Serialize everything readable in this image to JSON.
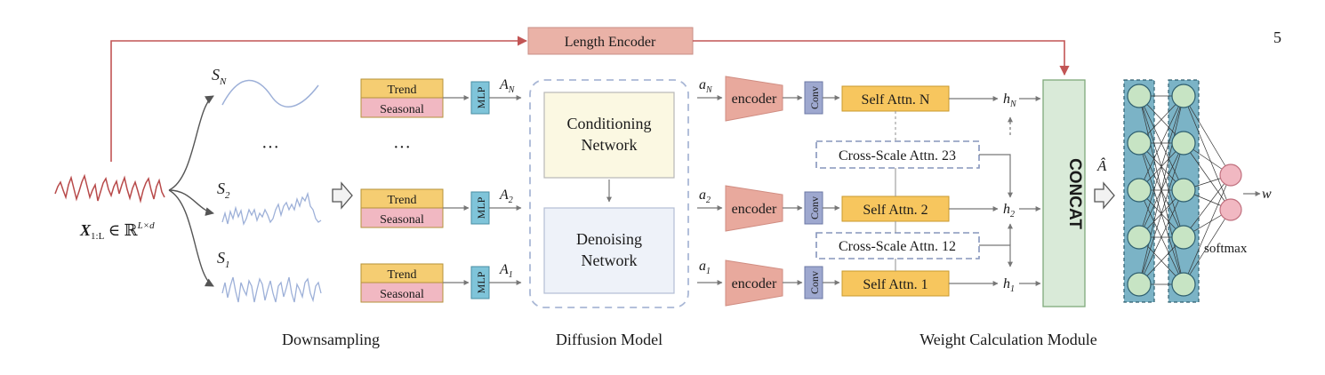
{
  "page_number": "5",
  "colors": {
    "raw_series": "#b84a4a",
    "length_encoder_arrow": "#c25555",
    "scale_series": "#9db0d8",
    "trend_fill": "#f5cd72",
    "seasonal_fill": "#f1b8c2",
    "mlp_fill": "#7fc4d9",
    "encoder_fill": "#e8a99d",
    "conv_fill": "#9ea8cf",
    "attn_fill": "#f7c65e",
    "concat_fill": "#d9ead8",
    "nn_column_fill": "#7bb3c6",
    "nn_node_fill": "#c7e4c4",
    "softmax_node_fill": "#f1b8c2",
    "dashed_border": "#8595bc"
  },
  "top": {
    "length_encoder": "Length Encoder"
  },
  "downsampling": {
    "input_label": {
      "var": "X",
      "sub": "1:L",
      "rel": " ∈ ℝ",
      "sup": "L×d"
    },
    "scales": [
      {
        "name": "S",
        "sub": "N"
      },
      {
        "name": "S",
        "sub": "2"
      },
      {
        "name": "S",
        "sub": "1"
      }
    ],
    "ellipsis": "···",
    "caption": "Downsampling"
  },
  "decomposition": {
    "trend": "Trend",
    "seasonal": "Seasonal",
    "mlp": "MLP",
    "outputs": [
      {
        "name": "A",
        "sub": "N"
      },
      {
        "name": "A",
        "sub": "2"
      },
      {
        "name": "A",
        "sub": "1"
      }
    ],
    "ellipsis": "···"
  },
  "diffusion": {
    "conditioning": [
      "Conditioning",
      "Network"
    ],
    "denoising": [
      "Denoising",
      "Network"
    ],
    "caption": "Diffusion Model"
  },
  "weight_module": {
    "inputs": [
      {
        "name": "a",
        "sub": "N"
      },
      {
        "name": "a",
        "sub": "2"
      },
      {
        "name": "a",
        "sub": "1"
      }
    ],
    "encoder": "encoder",
    "conv": "Conv",
    "self_attn": [
      "Self Attn. N",
      "Self Attn. 2",
      "Self Attn. 1"
    ],
    "cross_attn": [
      "Cross-Scale Attn. 23",
      "Cross-Scale Attn. 12"
    ],
    "hidden": [
      {
        "name": "h",
        "sub": "N"
      },
      {
        "name": "h",
        "sub": "2"
      },
      {
        "name": "h",
        "sub": "1"
      }
    ],
    "concat": "CONCAT",
    "a_hat": "Â",
    "softmax": "softmax",
    "output": "w",
    "caption": "Weight Calculation Module"
  }
}
